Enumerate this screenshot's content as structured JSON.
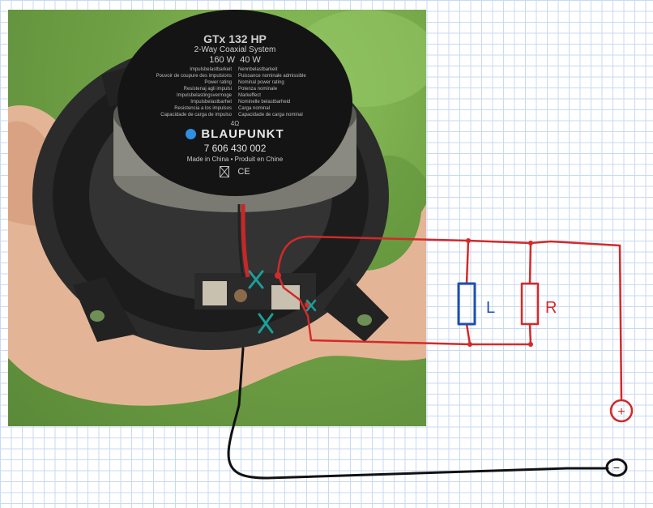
{
  "speaker_label": {
    "model": "GTx 132 HP",
    "type": "2-Way Coaxial System",
    "power": "160 W  40 W",
    "lines_left": [
      "Impulsbelastbarkeit",
      "Pouvoir de coupure des impulsions",
      "Power rating",
      "Resistenaj agli impulsi",
      "Impulsbelastingsvermoge",
      "Impulsbelastbarhet",
      "Resistencia a los impulsos",
      "Capacidade de carga de impulso"
    ],
    "lines_right": [
      "Nennbelastbarkeit",
      "Puissance nominale admissible",
      "Nominal power rating",
      "Potenza nominale",
      "Markeffect",
      "Nominelle belastbarheid",
      "Carga nominal",
      "Capacidade de carga nominal"
    ],
    "impedance": "4Ω",
    "brand": "BLAUPUNKT",
    "part_number": "7 606 430 002",
    "origin": "Made in China • Produit en Chine",
    "ce_mark": "CE"
  },
  "diagram": {
    "inductor_label": "L",
    "resistor_label": "R",
    "terminal_plus": "+",
    "terminal_minus": "−",
    "colors": {
      "wire_red": "#d32a2a",
      "wire_black": "#111111",
      "inductor_blue": "#1d4fb0",
      "cross_teal": "#1aa09a"
    }
  }
}
